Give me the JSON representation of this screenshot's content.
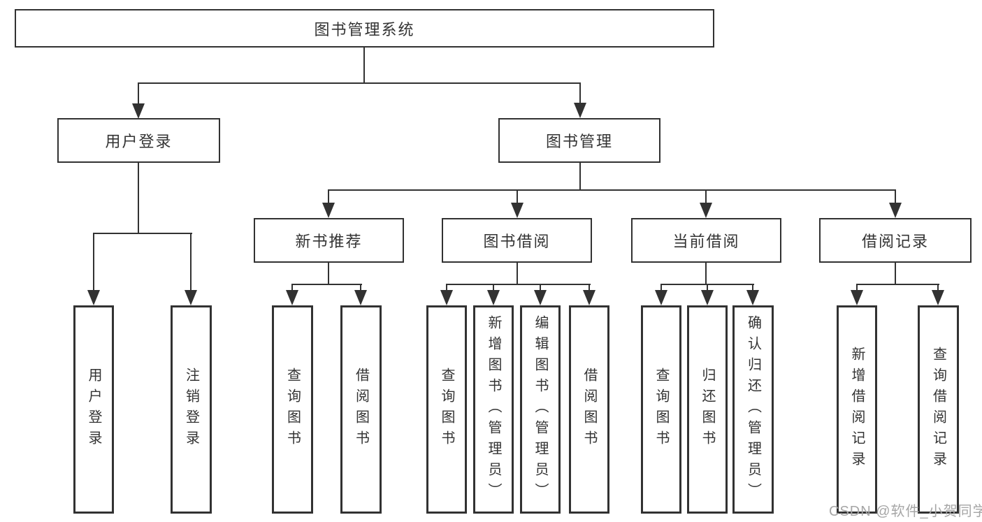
{
  "nodes": {
    "root": {
      "label": "图书管理系统"
    },
    "user_login": {
      "label": "用户登录",
      "children": [
        "用户登录",
        "注销登录"
      ]
    },
    "book_mgmt": {
      "label": "图书管理"
    },
    "new_book": {
      "label": "新书推荐",
      "children": [
        "查询图书",
        "借阅图书"
      ]
    },
    "book_borrow": {
      "label": "图书借阅",
      "children": [
        "查询图书",
        "新增图书（管理员）",
        "编辑图书（管理员）",
        "借阅图书"
      ]
    },
    "current_borrow": {
      "label": "当前借阅",
      "children": [
        "查询图书",
        "归还图书",
        "确认归还（管理员）"
      ]
    },
    "borrow_record": {
      "label": "借阅记录",
      "children": [
        "新增借阅记录",
        "查询借阅记录"
      ]
    }
  },
  "watermark": {
    "text": "CSDN @软件_小贺同学"
  },
  "colors": {
    "line": "#323232",
    "text": "#333333",
    "watermark": "#a6a6a6",
    "background": "#ffffff"
  }
}
